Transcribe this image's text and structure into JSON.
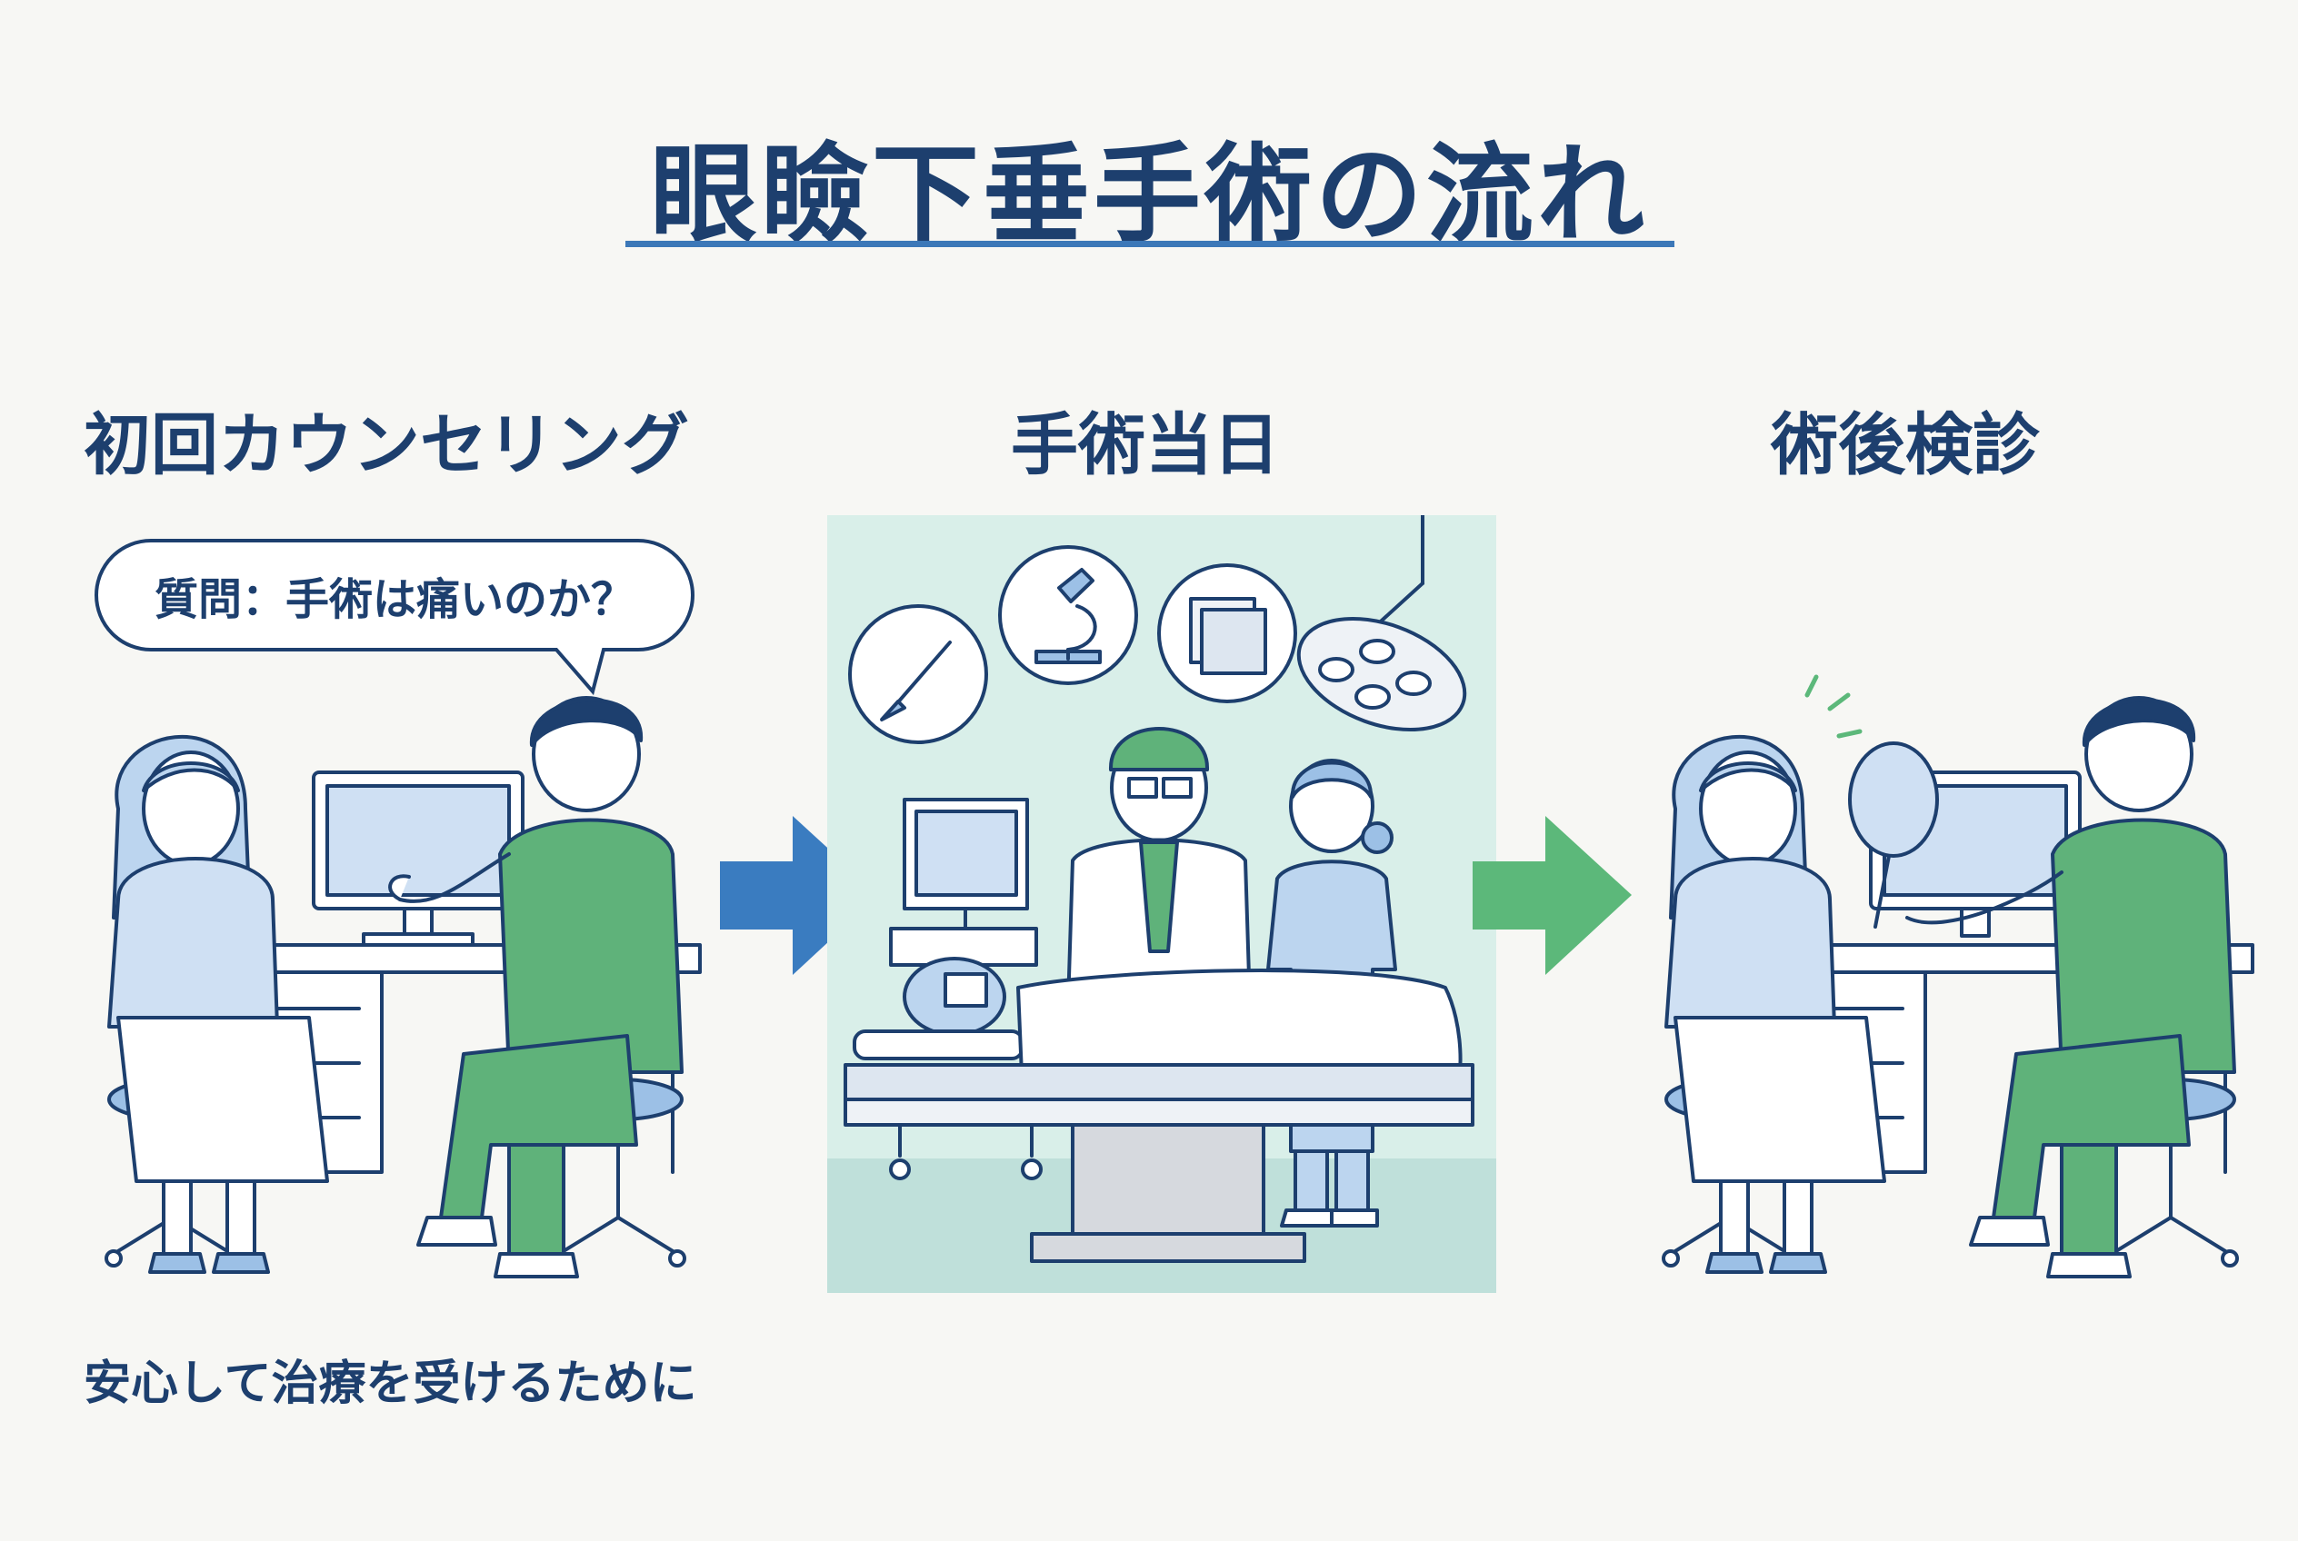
{
  "title": "眼瞼下垂手術の流れ",
  "steps": [
    {
      "label": "初回カウンセリング",
      "speech": "質問：手術は痛いのか？",
      "caption": "安心して治療を受けるために"
    },
    {
      "label": "手術当日"
    },
    {
      "label": "術後検診"
    }
  ],
  "colors": {
    "navy": "#1d3f6e",
    "blue_arrow": "#3a7cc0",
    "green_arrow": "#5cb87a",
    "scrub_green": "#5fb27a",
    "patient_blue": "#cfe0f3",
    "or_background": "#d9efe9"
  },
  "icons": [
    "scalpel-icon",
    "microscope-icon",
    "gauze-icon",
    "surgical-light-icon",
    "hand-mirror-icon"
  ]
}
